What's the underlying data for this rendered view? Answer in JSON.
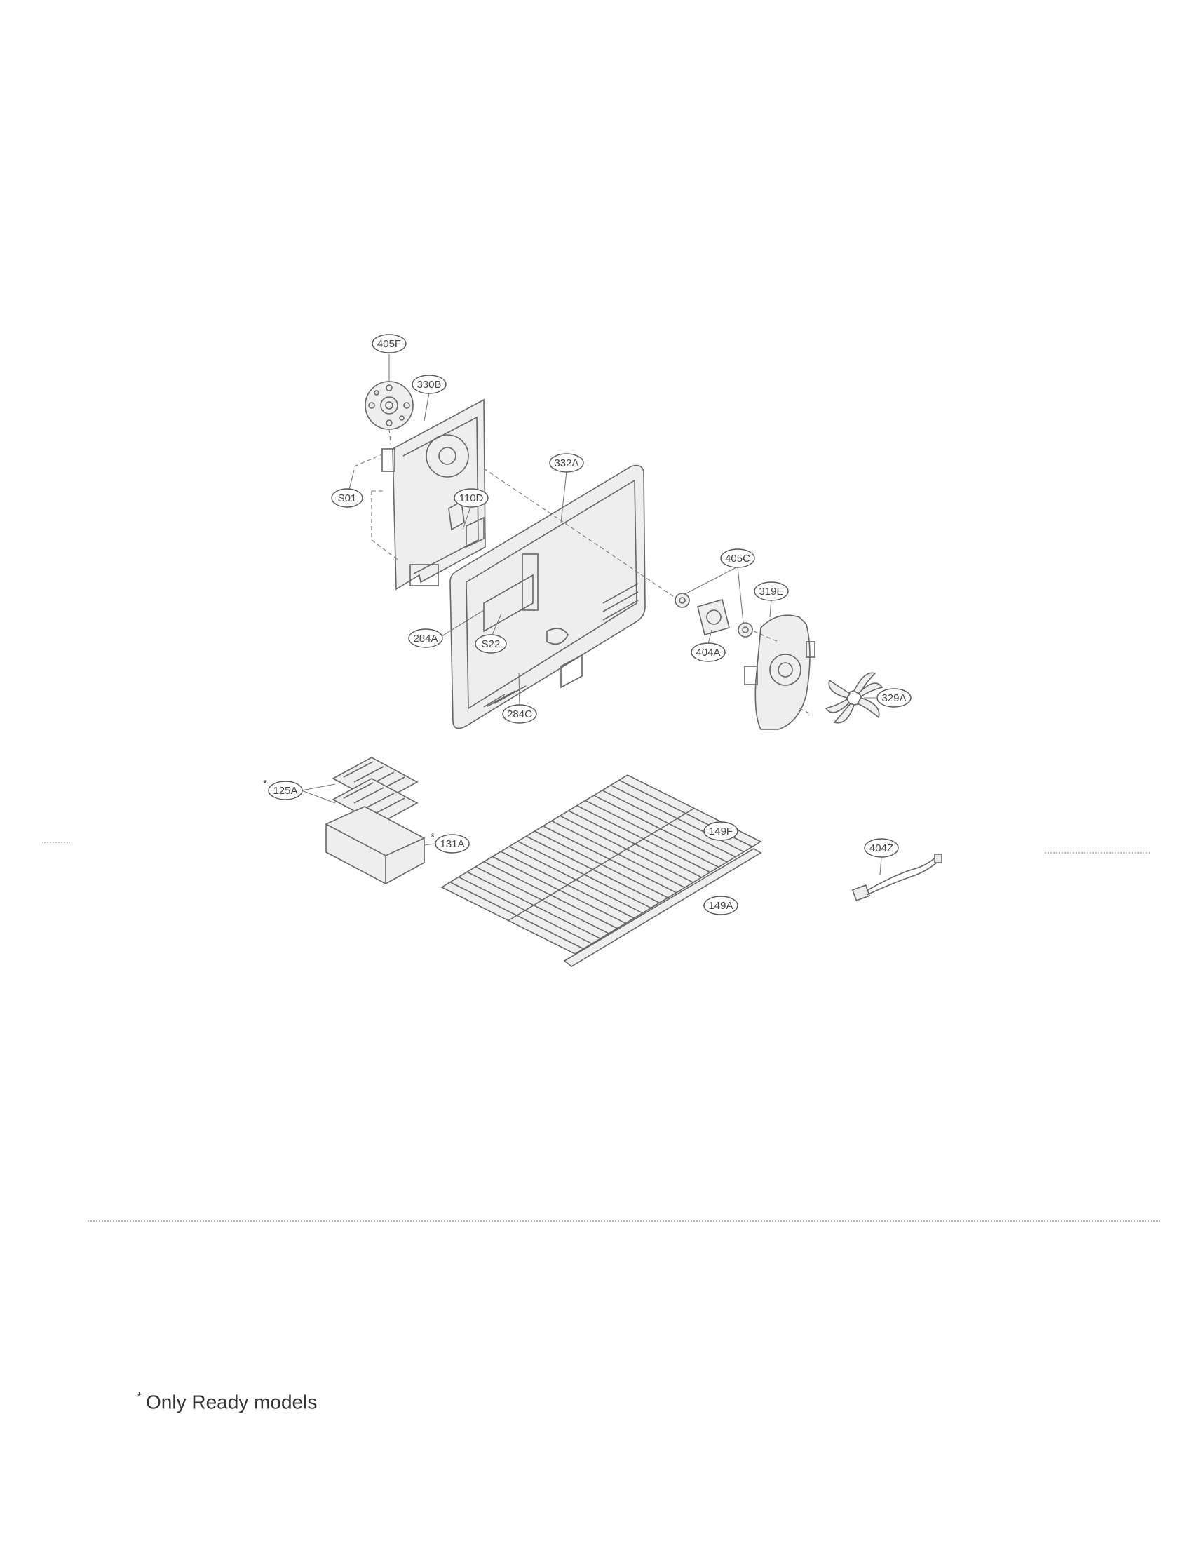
{
  "part_labels": {
    "p405F": "405F",
    "p330B": "330B",
    "pS01": "S01",
    "p110D": "110D",
    "p332A": "332A",
    "p405C": "405C",
    "p319E": "319E",
    "p284A": "284A",
    "pS22": "S22",
    "p404A": "404A",
    "p329A": "329A",
    "p284C": "284C",
    "p125A": "125A",
    "p131A": "131A",
    "p149F": "149F",
    "p149A": "149A",
    "p404Z": "404Z"
  },
  "asterisk_marker": "*",
  "footnote": {
    "marker": "*",
    "text": "Only Ready models"
  }
}
